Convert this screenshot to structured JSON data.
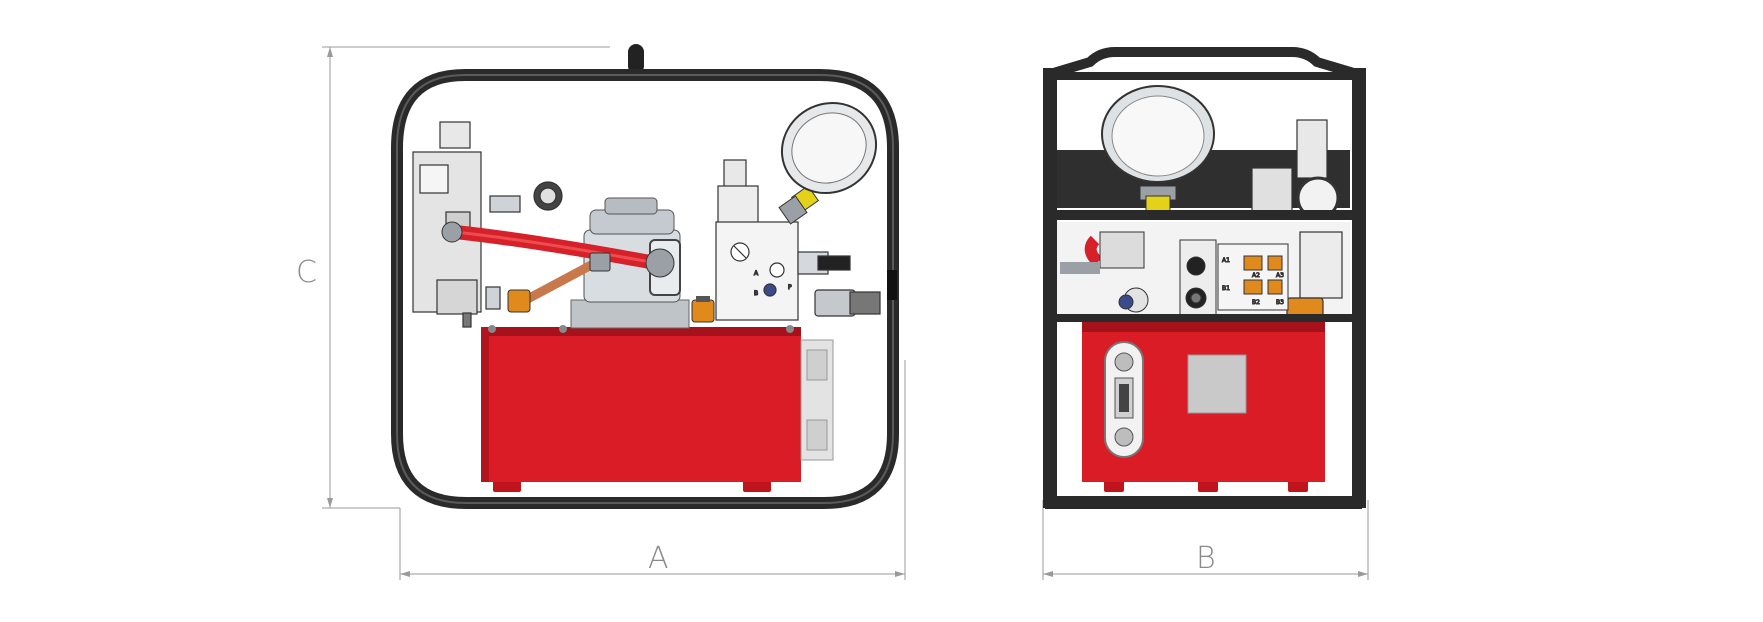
{
  "dimensions": {
    "width_label": "A",
    "depth_label": "B",
    "height_label": "C"
  },
  "port_labels": {
    "valve_a": "A",
    "valve_b": "B",
    "valve_p": "P",
    "block_a1": "A1",
    "block_a2": "A2",
    "block_b1": "B1",
    "block_b2": "B2",
    "block_a3": "A3",
    "block_b3": "B3"
  },
  "colors": {
    "tank_red": "#d91c26",
    "tank_dark_red": "#a5121b",
    "frame_black": "#2a2a2a",
    "dimension_gray": "#8a8a8a",
    "hose_red": "#d6202a",
    "fitting_orange": "#e08a1e",
    "copper": "#c8784a"
  }
}
